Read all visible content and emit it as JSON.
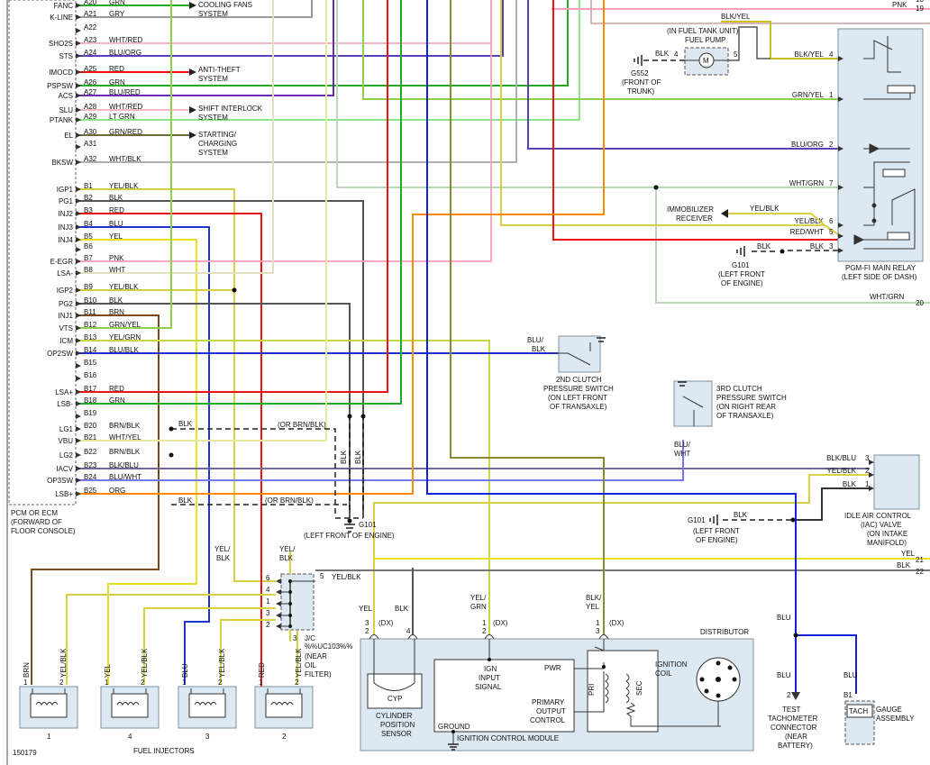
{
  "ecm": {
    "label_lines": [
      "PCM OR ECM",
      "(FORWARD OF",
      "FLOOR CONSOLE)"
    ],
    "pins_a": [
      {
        "name": "FANC",
        "pin": "A20",
        "color": "GRN"
      },
      {
        "name": "K-LINE",
        "pin": "A21",
        "color": "GRY"
      },
      {
        "name": "",
        "pin": "A22",
        "color": ""
      },
      {
        "name": "SHO2S",
        "pin": "A23",
        "color": "WHT/RED"
      },
      {
        "name": "STS",
        "pin": "A24",
        "color": "BLU/ORG"
      },
      {
        "name": "IMOCD",
        "pin": "A25",
        "color": "RED"
      },
      {
        "name": "PSPSW",
        "pin": "A26",
        "color": "GRN"
      },
      {
        "name": "ACS",
        "pin": "A27",
        "color": "BLU/RED"
      },
      {
        "name": "SLU",
        "pin": "A28",
        "color": "WHT/RED"
      },
      {
        "name": "PTANK",
        "pin": "A29",
        "color": "LT GRN"
      },
      {
        "name": "EL",
        "pin": "A30",
        "color": "GRN/RED"
      },
      {
        "name": "",
        "pin": "A31",
        "color": ""
      },
      {
        "name": "BKSW",
        "pin": "A32",
        "color": "WHT/BLK"
      }
    ],
    "pins_b": [
      {
        "name": "IGP1",
        "pin": "B1",
        "color": "YEL/BLK"
      },
      {
        "name": "PG1",
        "pin": "B2",
        "color": "BLK"
      },
      {
        "name": "INJ2",
        "pin": "B3",
        "color": "RED"
      },
      {
        "name": "INJ3",
        "pin": "B4",
        "color": "BLU"
      },
      {
        "name": "INJ4",
        "pin": "B5",
        "color": "YEL"
      },
      {
        "name": "",
        "pin": "B6",
        "color": ""
      },
      {
        "name": "E-EGR",
        "pin": "B7",
        "color": "PNK"
      },
      {
        "name": "LSA-",
        "pin": "B8",
        "color": "WHT"
      },
      {
        "name": "IGP2",
        "pin": "B9",
        "color": "YEL/BLK"
      },
      {
        "name": "PG2",
        "pin": "B10",
        "color": "BLK"
      },
      {
        "name": "INJ1",
        "pin": "B11",
        "color": "BRN"
      },
      {
        "name": "VTS",
        "pin": "B12",
        "color": "GRN/YEL"
      },
      {
        "name": "ICM",
        "pin": "B13",
        "color": "YEL/GRN"
      },
      {
        "name": "OP2SW",
        "pin": "B14",
        "color": "BLU/BLK"
      },
      {
        "name": "",
        "pin": "B15",
        "color": ""
      },
      {
        "name": "",
        "pin": "B16",
        "color": ""
      },
      {
        "name": "LSA+",
        "pin": "B17",
        "color": "RED"
      },
      {
        "name": "LSB-",
        "pin": "B18",
        "color": "GRN"
      },
      {
        "name": "",
        "pin": "B19",
        "color": ""
      },
      {
        "name": "LG1",
        "pin": "B20",
        "color": "BRN/BLK"
      },
      {
        "name": "VBU",
        "pin": "B21",
        "color": "WHT/YEL"
      },
      {
        "name": "LG2",
        "pin": "B22",
        "color": "BRN/BLK"
      },
      {
        "name": "IACV",
        "pin": "B23",
        "color": "BLK/BLU"
      },
      {
        "name": "OP3SW",
        "pin": "B24",
        "color": "BLU/WHT"
      },
      {
        "name": "LSB+",
        "pin": "B25",
        "color": "ORG"
      }
    ]
  },
  "references": {
    "cooling_fans": [
      "COOLING FANS",
      "SYSTEM"
    ],
    "anti_theft": [
      "ANTI-THEFT",
      "SYSTEM"
    ],
    "shift_interlock": [
      "SHIFT INTERLOCK",
      "SYSTEM"
    ],
    "starting_charging": [
      "STARTING/",
      "CHARGING",
      "SYSTEM"
    ]
  },
  "top_right": {
    "pnk_wire": {
      "color": "PNK",
      "num": "19"
    },
    "top_num": "18",
    "blk_yel_wire": "BLK/YEL"
  },
  "fuel_pump": {
    "label_lines": [
      "(IN FUEL TANK UNIT)",
      "FUEL PUMP"
    ],
    "motor": "M",
    "pin_left": "4",
    "pin_right": "5",
    "wire": "BLK",
    "ground": [
      "G552",
      "(FRONT OF",
      "TRUNK)"
    ]
  },
  "main_relay": {
    "label_lines": [
      "PGM-FI MAIN RELAY",
      "(LEFT SIDE OF DASH)"
    ],
    "pins": [
      {
        "color": "BLK/YEL",
        "pin": "4"
      },
      {
        "color": "GRN/YEL",
        "pin": "1"
      },
      {
        "color": "BLU/ORG",
        "pin": "2"
      },
      {
        "color": "WHT/GRN",
        "pin": "7"
      },
      {
        "color": "YEL/BLK",
        "pin": "6"
      },
      {
        "color": "RED/WHT",
        "pin": "5"
      },
      {
        "color": "BLK",
        "pin": "3"
      }
    ],
    "wht_grn_out": {
      "color": "WHT/GRN",
      "num": "20"
    }
  },
  "immobilizer": {
    "label_lines": [
      "IMMOBILIZER",
      "RECEIVER"
    ],
    "wire": "YEL/BLK"
  },
  "g101_relay": {
    "wire": "BLK",
    "label_lines": [
      "G101",
      "(LEFT FRONT",
      "OF ENGINE)"
    ]
  },
  "switch2": {
    "wire_lines": [
      "BLU/",
      "BLK"
    ],
    "label_lines": [
      "2ND CLUTCH",
      "PRESSURE SWITCH",
      "(ON LEFT FRONT",
      "OF TRANSAXLE)"
    ]
  },
  "switch3": {
    "wire_lines": [
      "BLU/",
      "WHT"
    ],
    "label_lines": [
      "3RD CLUTCH",
      "PRESSURE SWITCH",
      "(ON RIGHT REAR",
      "OF TRANSAXLE)"
    ]
  },
  "iac": {
    "pins": [
      {
        "color": "BLK/BLU",
        "pin": "3"
      },
      {
        "color": "YEL/BLK",
        "pin": "2"
      },
      {
        "color": "BLK",
        "pin": "1"
      }
    ],
    "label_lines": [
      "IDLE AIR CONTROL",
      "(IAC) VALVE",
      "(ON INTAKE",
      "MANIFOLD)"
    ]
  },
  "g101_iac": {
    "wire": "BLK",
    "label_lines": [
      "G101",
      "(LEFT FRONT",
      "OF ENGINE)"
    ]
  },
  "ground_center": {
    "label_lines": [
      "G101",
      "(LEFT FRONT OF ENGINE)"
    ],
    "blk_labels": [
      "BLK",
      "BLK",
      "BLK",
      "BLK"
    ],
    "or_brn_blk": [
      "(OR BRN/BLK)",
      "(OR BRN/BLK)"
    ]
  },
  "right_wires": [
    {
      "color": "YEL",
      "num": "21"
    },
    {
      "color": "BLK",
      "num": "22"
    }
  ],
  "joint_connector": {
    "label_lines": [
      "J/C",
      "%%UC103%%",
      "(NEAR",
      "OIL",
      "FILTER)"
    ],
    "pins": [
      "6",
      "4",
      "1",
      "3",
      "2"
    ],
    "pin_right": "5",
    "pin_bottom": "3",
    "wire_right": "YEL/BLK",
    "wire_left_lines": [
      "YEL/",
      "BLK"
    ],
    "wire_top_lines": [
      "YEL/",
      "BLK"
    ]
  },
  "distributor": {
    "title": "DISTRIBUTOR",
    "conn_pins": [
      {
        "pin": "2",
        "wire": "YEL",
        "tag": "3",
        "dx": "(DX)"
      },
      {
        "pin": "4",
        "wire": "BLK",
        "tag": "",
        "dx": ""
      },
      {
        "pin": "2",
        "wire_lines": [
          "YEL/",
          "GRN"
        ],
        "tag": "1",
        "dx": "(DX)"
      },
      {
        "pin": "3",
        "wire_lines": [
          "BLK/",
          "YEL"
        ],
        "tag": "1",
        "dx": "(DX)"
      }
    ],
    "cyp": "CYP",
    "cyp_label_lines": [
      "CYLINDER",
      "POSITION",
      "SENSOR"
    ],
    "icm_label": "IGNITION CONTROL MODULE",
    "ign_input_lines": [
      "IGN",
      "INPUT",
      "SIGNAL"
    ],
    "pwr": "PWR",
    "primary_lines": [
      "PRIMARY",
      "OUTPUT",
      "CONTROL"
    ],
    "ground": "GROUND",
    "coil_lines": [
      "IGNITION",
      "COIL"
    ],
    "pri": "PRI",
    "sec": "SEC"
  },
  "tach": {
    "wire": "BLU",
    "pin": "2",
    "label_lines": [
      "TEST",
      "TACHOMETER",
      "CONNECTOR",
      "(NEAR",
      "BATTERY)"
    ]
  },
  "gauge": {
    "wire": "BLU",
    "pin": "B1",
    "tach": "TACH",
    "label_lines": [
      "GAUGE",
      "ASSEMBLY"
    ]
  },
  "injectors": {
    "title": "FUEL INJECTORS",
    "units": [
      {
        "num": "1",
        "wire1": "BRN",
        "wire2": "YEL/BLK",
        "pin1": "1",
        "pin2": "2"
      },
      {
        "num": "4",
        "wire1": "YEL",
        "wire2": "YEL/BLK",
        "pin1": "1",
        "pin2": "2"
      },
      {
        "num": "3",
        "wire1": "BLU",
        "wire2": "YEL/BLK",
        "pin1": "1",
        "pin2": "2"
      },
      {
        "num": "2",
        "wire1": "RED",
        "wire2": "YEL/BLK",
        "pin1": "1",
        "pin2": "2"
      }
    ]
  },
  "figure_number": "150179",
  "colors": {
    "grn": "#22aa22",
    "gry": "#9a9a9a",
    "wht": "#c8c8c8",
    "blu": "#2233cc",
    "red": "#ee1111",
    "yel": "#e8e020",
    "blk": "#555555",
    "brn": "#7a4a1a",
    "pnk": "#ff9fb8",
    "org": "#ff8c00",
    "purple": "#6a2ab0",
    "ltgrn": "#88e888",
    "grnyel": "#8fd24a",
    "bluorg": "#5a3fb8"
  }
}
